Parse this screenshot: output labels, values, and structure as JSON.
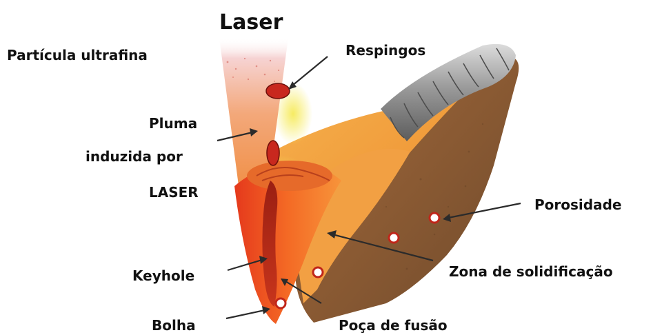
{
  "labels": {
    "laser": "Laser",
    "particula": "Partícula ultrafina",
    "respingos": "Respingos",
    "pluma_1": "Pluma",
    "pluma_2": "induzida por",
    "pluma_3": "LASER",
    "porosidade": "Porosidade",
    "zona": "Zona de solidificação",
    "keyhole": "Keyhole",
    "bolha": "Bolha",
    "poca": "Poça de fusão"
  },
  "colors": {
    "beam_top": "#f3c2c6",
    "beam_mid": "#f0a56a",
    "melt_pool": "#f49a3c",
    "keyhole": "#c2301a",
    "solidified": "#8a5a33",
    "bead": "#8c8c8c",
    "spatter": "#c8281e",
    "glow": "#f2e24b"
  }
}
